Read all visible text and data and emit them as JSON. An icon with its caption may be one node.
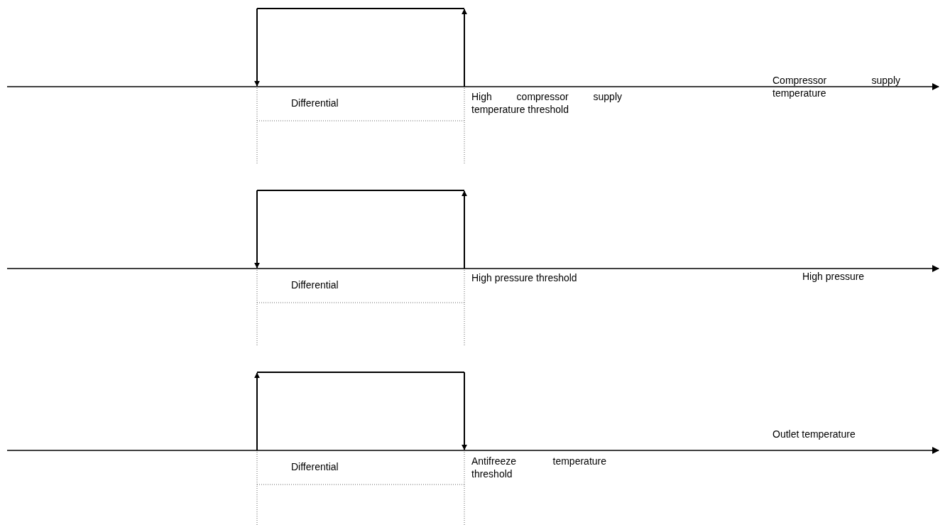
{
  "diagram": {
    "labels": [
      "Differential",
      "High compressor supply temperature threshold",
      "Compressor supply temperature",
      "Differential",
      "High pressure threshold",
      "High pressure",
      "Differential",
      "Antifreeze temperature threshold",
      "Outlet temperature"
    ]
  }
}
